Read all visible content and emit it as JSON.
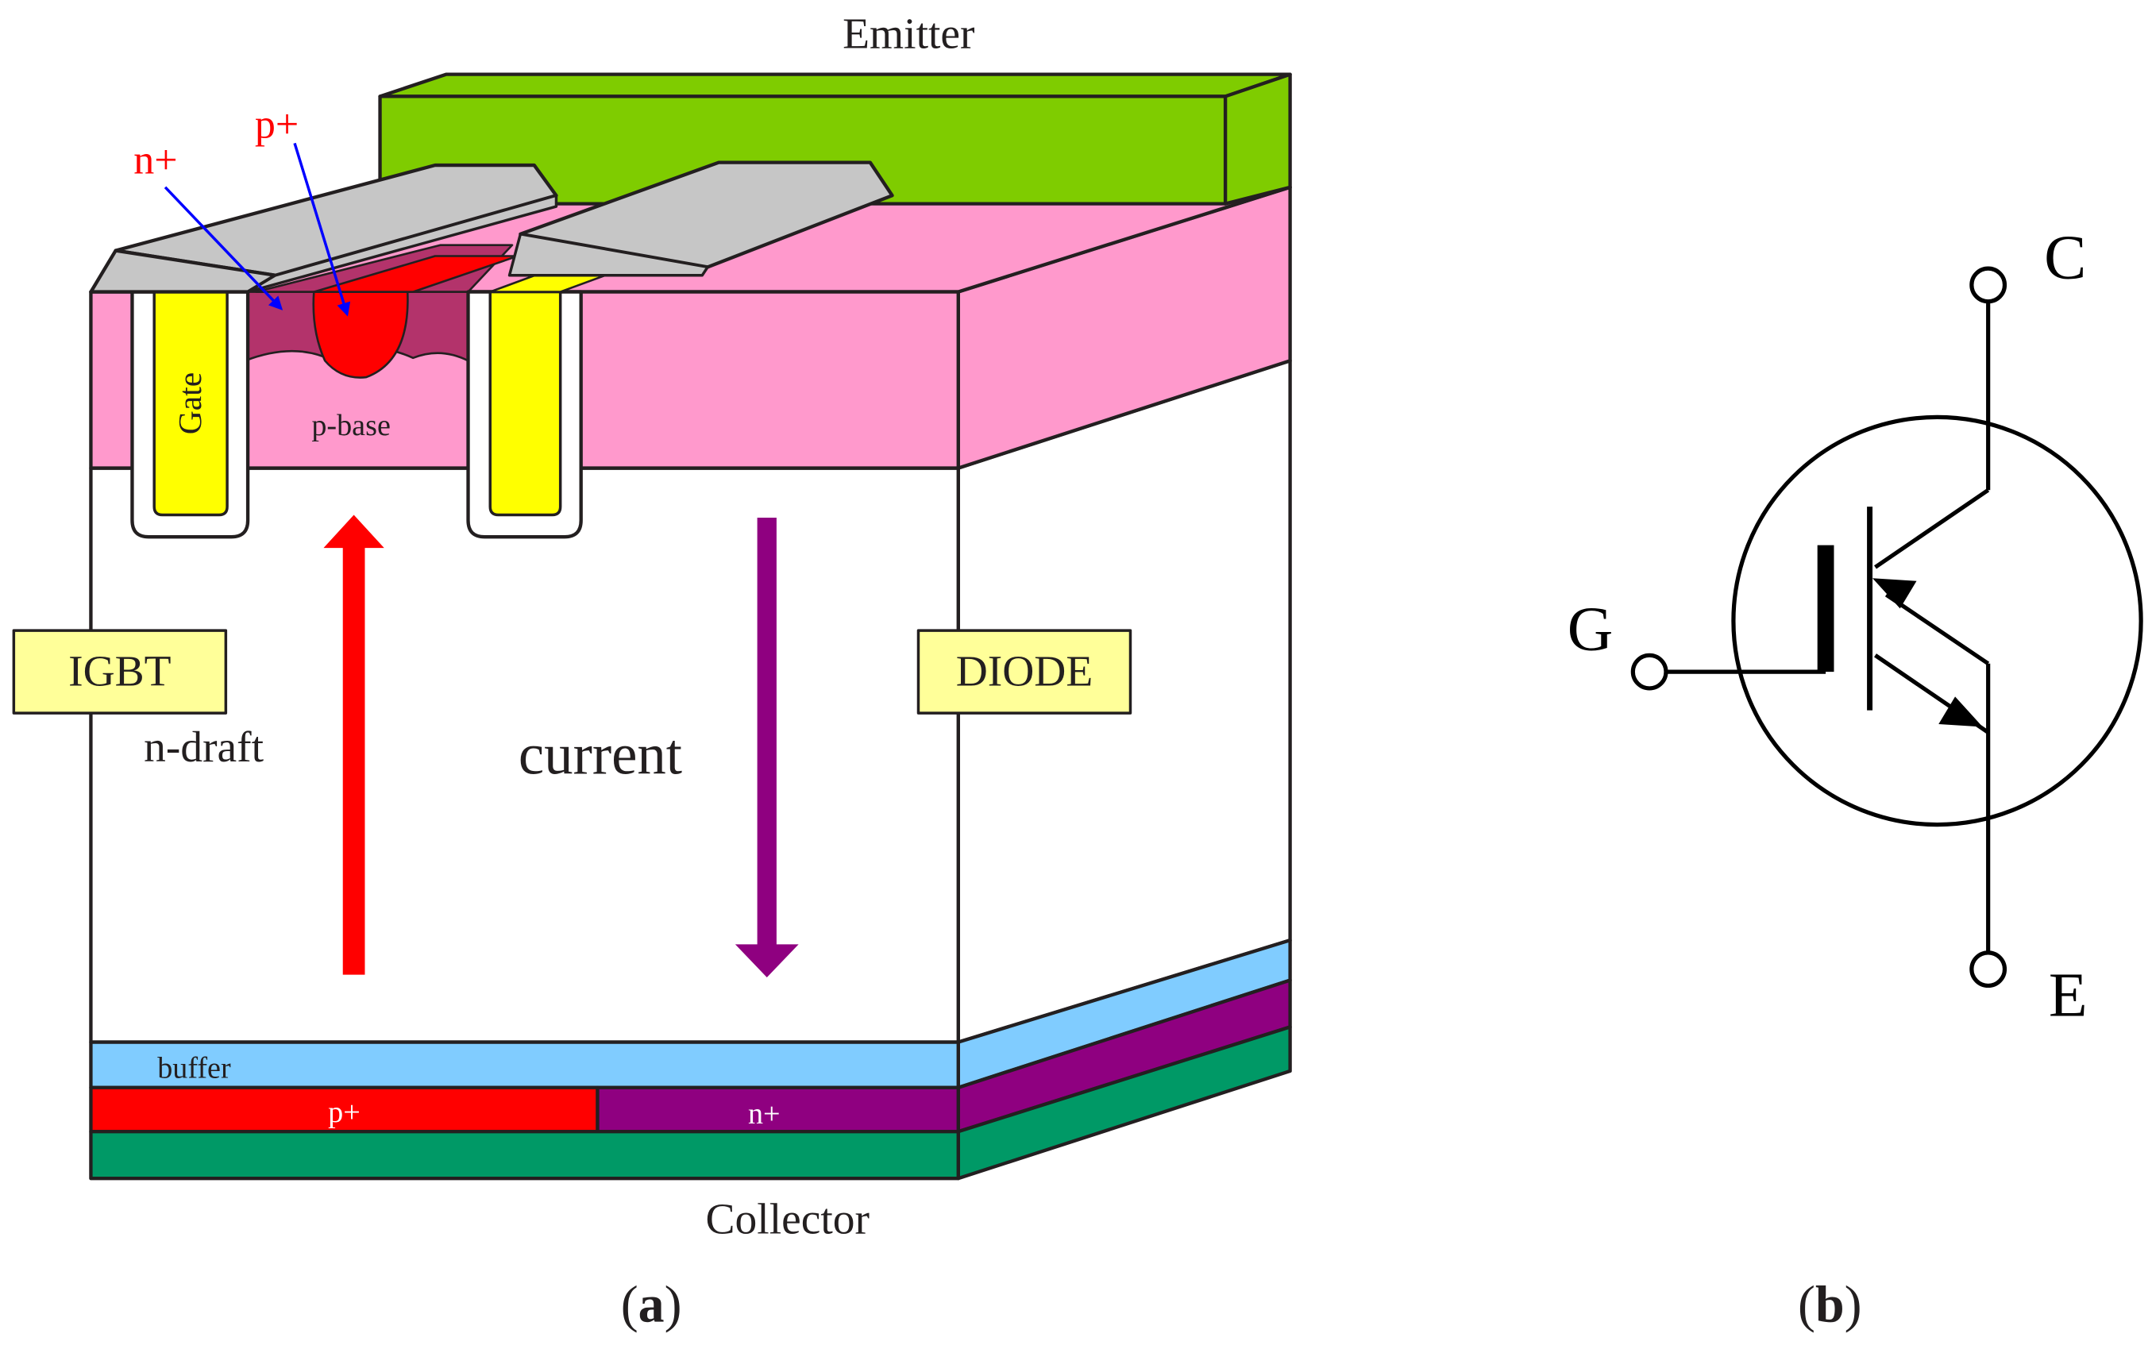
{
  "panel_a": {
    "label_open": "(",
    "label_letter": "a",
    "label_close": ")",
    "top_terminal": "Emitter",
    "bottom_terminal": "Collector",
    "emitter_doping": "n+",
    "base_contact_doping": "p+",
    "gate_label": "Gate",
    "p_base_label": "p-base",
    "drift_label": "n-draft",
    "current_label": "current",
    "left_box": "IGBT",
    "right_box": "DIODE",
    "buffer_label": "buffer",
    "collector_p_label": "p+",
    "collector_n_label": "n+",
    "colors": {
      "metal_green": "#7fcc00",
      "p_base_pink": "#ff99cc",
      "n_emitter": "#b3336b",
      "p_plus_red": "#ff0000",
      "poly_gray": "#c6c6c6",
      "gate_yellow": "#ffff00",
      "buffer_blue": "#80ccff",
      "n_plus_purple": "#8f0080",
      "collector_green": "#009966",
      "label_box": "#ffff99",
      "pointer_blue": "#0000ff",
      "igbt_current_arrow": "#ff0000",
      "diode_current_arrow": "#8f0080"
    }
  },
  "panel_b": {
    "label_open": "(",
    "label_letter": "b",
    "label_close": ")",
    "collector_terminal": "C",
    "gate_terminal": "G",
    "emitter_terminal": "E"
  }
}
